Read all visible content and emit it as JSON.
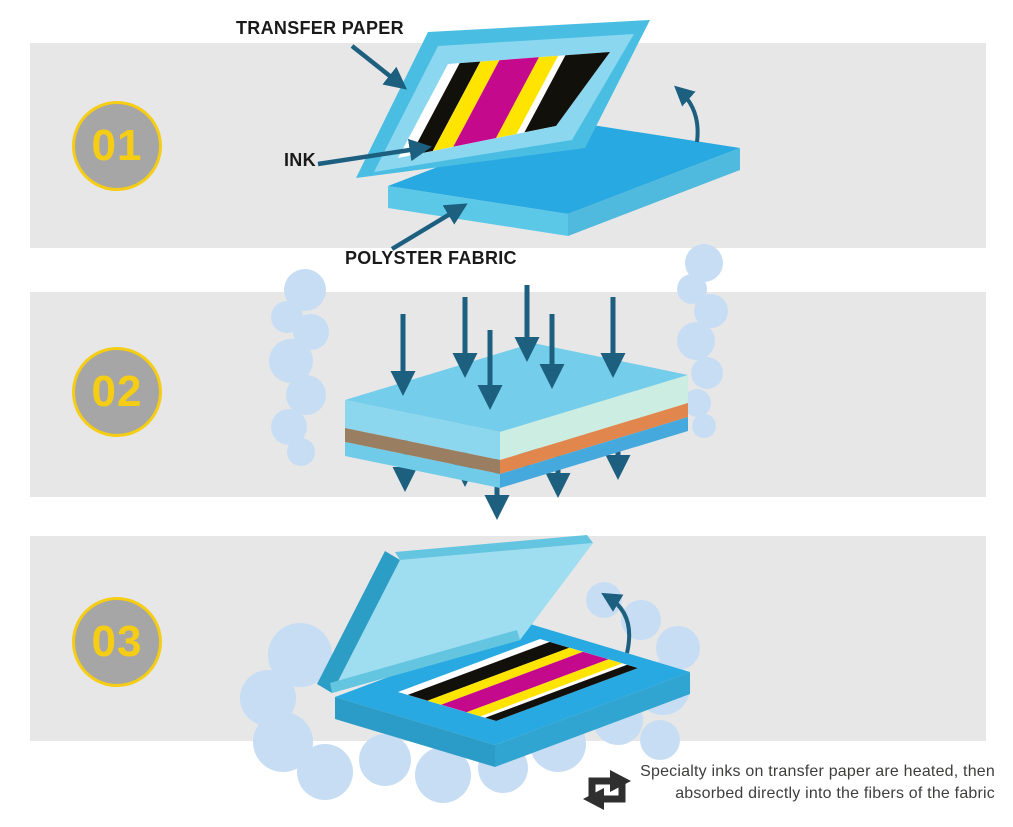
{
  "steps": [
    {
      "number": "01",
      "annotations": {
        "transfer_paper": "TRANSFER PAPER",
        "ink": "INK",
        "polyster_fabric": "POLYSTER FABRIC"
      }
    },
    {
      "number": "02"
    },
    {
      "number": "03"
    }
  ],
  "caption": {
    "line1": "Specialty inks on transfer paper are heated, then",
    "line2": "absorbed directly into the fibers of the fabric"
  },
  "icons": {
    "swap_arrows": "⇄",
    "heat_press_arrow_down": "↓",
    "lid_open_arrow": "↶"
  },
  "colors": {
    "band_gray": "#E7E7E7",
    "circle_gray": "#A6A6A6",
    "accent_yellow": "#F6CD15",
    "label_black": "#1A1A1A",
    "caption_gray": "#3E3E3D",
    "icon_dark": "#2F2F2F",
    "arrow_teal": "#1D5F7F",
    "steam_blue": "#C7DDF4",
    "white": "#FFFFFF",
    "press_blue": "#29A9E1",
    "press_side_cyan": "#5CC8E8",
    "press_side_cyan2": "#4FBADD",
    "lid_bevel_cyan": "#49BEE2",
    "lid_frame_cyan": "#8BD7F0",
    "slab_top_cyan": "#74CDEA",
    "slab_left_cyan": "#8DD7EE",
    "slab_bottom_cyan": "#70CBE8",
    "slab_right_blue": "#46A9DD",
    "paper_mint": "#CBEDE2",
    "ink_orange": "#E1874D",
    "ink_brown": "#9A7E62",
    "stripe_yellow": "#FFE400",
    "stripe_magenta": "#C4098C",
    "stripe_black": "#12100B",
    "lid_face_step3": "#9FDDF1",
    "lid_edge_dark_step3": "#2C9EC6",
    "lid_edge_mid_step3": "#63C5E0",
    "base_front_left_step3": "#2B9CC7",
    "base_front_right_step3": "#30A5D1"
  }
}
